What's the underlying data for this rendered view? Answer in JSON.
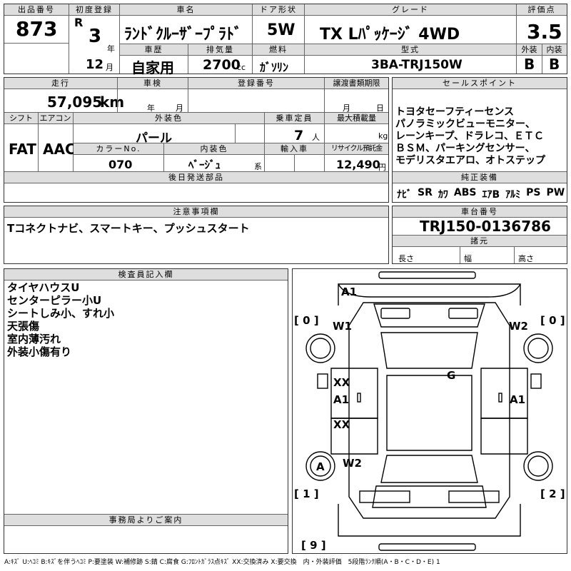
{
  "header": {
    "lot_label": "出品番号",
    "lot_no": "873",
    "first_reg_label": "初度登録",
    "era": "R",
    "year": "3",
    "year_unit": "年",
    "month": "12",
    "month_unit": "月",
    "car_name_label": "車名",
    "car_name": "ﾗﾝﾄﾞｸﾙｰｻﾞｰﾌﾟﾗﾄﾞ",
    "door_label": "ドア形状",
    "door": "5W",
    "grade_label": "グレード",
    "grade": "TX Lﾊﾟｯｹｰｼﾞ 4WD",
    "score_label": "評価点",
    "score": "3.5",
    "history_label": "車歴",
    "history": "自家用",
    "displacement_label": "排気量",
    "displacement": "2700",
    "displacement_unit": "cc",
    "fuel_label": "燃料",
    "fuel": "ｶﾞｿﾘﾝ",
    "model_label": "型式",
    "model": "3BA-TRJ150W",
    "exterior_label": "外装",
    "exterior": "B",
    "interior_label": "内装",
    "interior": "B"
  },
  "row2": {
    "mileage_label": "走行",
    "mileage": "57,095",
    "mileage_unit": "km",
    "inspection_label": "車検",
    "insp_year_unit": "年",
    "insp_month_unit": "月",
    "reg_no_label": "登録番号",
    "transfer_label": "譲渡書類期限",
    "transfer_month_unit": "月",
    "transfer_day_unit": "日",
    "shift_label": "シフト",
    "shift": "FAT",
    "ac_label": "エアコン",
    "ac": "AAC",
    "color_label": "外装色",
    "color": "パール",
    "capacity_label": "乗車定員",
    "capacity": "7",
    "capacity_unit": "人",
    "maxload_label": "最大積載量",
    "maxload_unit": "kg",
    "color_no_label": "カラーNo.",
    "color_no": "070",
    "int_color_label": "内装色",
    "int_color": "ﾍﾞｰｼﾞｭ",
    "int_color_unit": "系",
    "import_label": "輸入車",
    "recycle_label": "リサイクル預託金",
    "recycle": "12,490",
    "recycle_unit": "円",
    "later_parts_label": "後日発送部品"
  },
  "sales": {
    "label": "セールスポイント",
    "lines": [
      "トヨタセーフティーセンス",
      "パノラミックビューモニター、",
      "レーンキープ、ドラレコ、ＥＴＣ",
      "ＢＳＭ、パーキングセンサー、",
      "モデリスタエアロ、オトステップ"
    ]
  },
  "equipment": {
    "label": "純正装備",
    "items": [
      "ﾅﾋﾞ",
      "SR",
      "ｶﾜ",
      "ABS",
      "ｴｱB",
      "ｱﾙﾐ",
      "PS",
      "PW"
    ]
  },
  "notes": {
    "label": "注意事項欄",
    "text": "Tコネクトナビ、スマートキー、プッシュスタート"
  },
  "chassis": {
    "label": "車台番号",
    "number": "TRJ150-0136786",
    "spec_label": "諸元",
    "length_label": "長さ",
    "width_label": "幅",
    "height_label": "高さ"
  },
  "inspector": {
    "label": "検査員記入欄",
    "lines": [
      "タイヤハウスU",
      "センターピラー小U",
      "シートしみ小、すれ小",
      "天張傷",
      "室内薄汚れ",
      "外装小傷有り"
    ]
  },
  "office": {
    "label": "事務局よりご案内"
  },
  "diagram": {
    "marks": [
      "A1",
      "W1",
      "W2",
      "G",
      "XX",
      "A1",
      "A1",
      "XX",
      "A",
      "W2"
    ],
    "brackets": [
      "[ 0 ]",
      "[ 0 ]",
      "[ 1 ]",
      "[ 2 ]",
      "[ 9 ]"
    ]
  },
  "legend": "A:ｷｽﾞ U:ﾍｺﾐ B:ｷｽﾞを伴うﾍｺﾐ P:要塗装 W:補修跡 S:錆 C:腐食 G:ﾌﾛﾝﾄｶﾞﾗｽ点ｷｽﾞ XX:交換済み X:要交換　内・外装評価　5段階ﾗﾝｸ順(A・B・C・D・E) 1"
}
